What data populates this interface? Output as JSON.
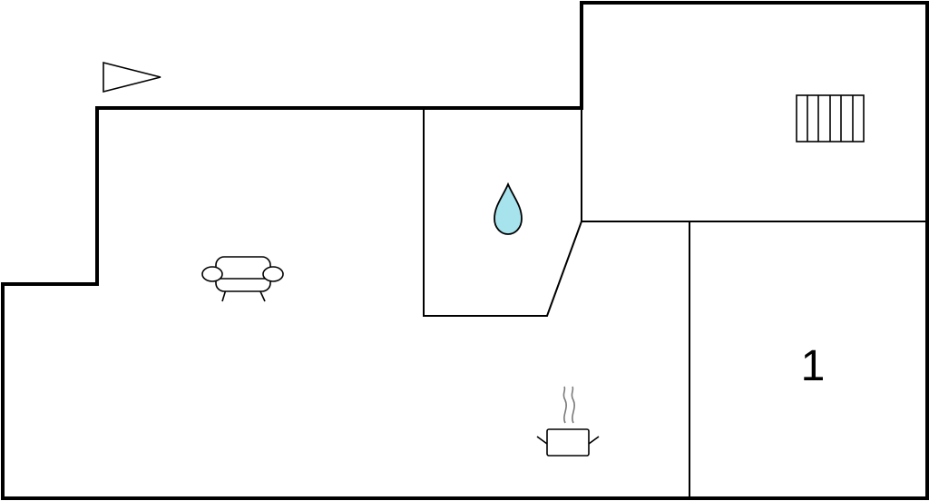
{
  "rooms": [
    {
      "id": "living-room",
      "icon": "sofa-icon"
    },
    {
      "id": "bathroom",
      "icon": "water-drop-icon"
    },
    {
      "id": "kitchen",
      "icon": "cooking-pot-icon"
    },
    {
      "id": "stair-hall",
      "icon": "staircase-icon"
    },
    {
      "id": "bedroom-1",
      "label": "1"
    }
  ],
  "entrance_icon": "entrance-arrow-icon",
  "colors": {
    "walls": "#000000",
    "water_drop": "#a6e3ec",
    "steam": "#7a7a7a",
    "background": "#ffffff"
  }
}
